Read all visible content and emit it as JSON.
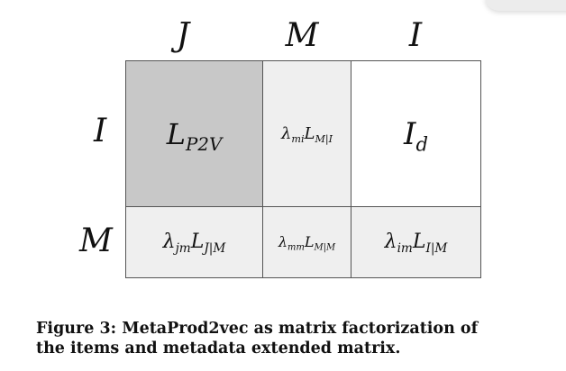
{
  "figure": {
    "column_labels": [
      "J",
      "M",
      "I"
    ],
    "row_labels": [
      "I",
      "M"
    ],
    "cells": {
      "r1c1": {
        "main": "L",
        "sub": "P2V",
        "fill": "#c8c8c8"
      },
      "r1c2": {
        "main": "λ",
        "sub": "mi",
        "main2": "L",
        "sub2": "M|I",
        "fill": "#efefef"
      },
      "r1c3": {
        "main": "I",
        "sub": "d",
        "fill": "#ffffff"
      },
      "r2c1": {
        "main": "λ",
        "sub": "jm",
        "main2": "L",
        "sub2": "J|M",
        "fill": "#efefef"
      },
      "r2c2": {
        "main": "λ",
        "sub": "mm",
        "main2": "L",
        "sub2": "M|M",
        "fill": "#efefef"
      },
      "r2c3": {
        "main": "λ",
        "sub": "im",
        "main2": "L",
        "sub2": "I|M",
        "fill": "#efefef"
      }
    }
  },
  "caption": {
    "line1": "Figure 3: MetaProd2vec as matrix factorization of",
    "line2": "the items and metadata extended matrix."
  }
}
